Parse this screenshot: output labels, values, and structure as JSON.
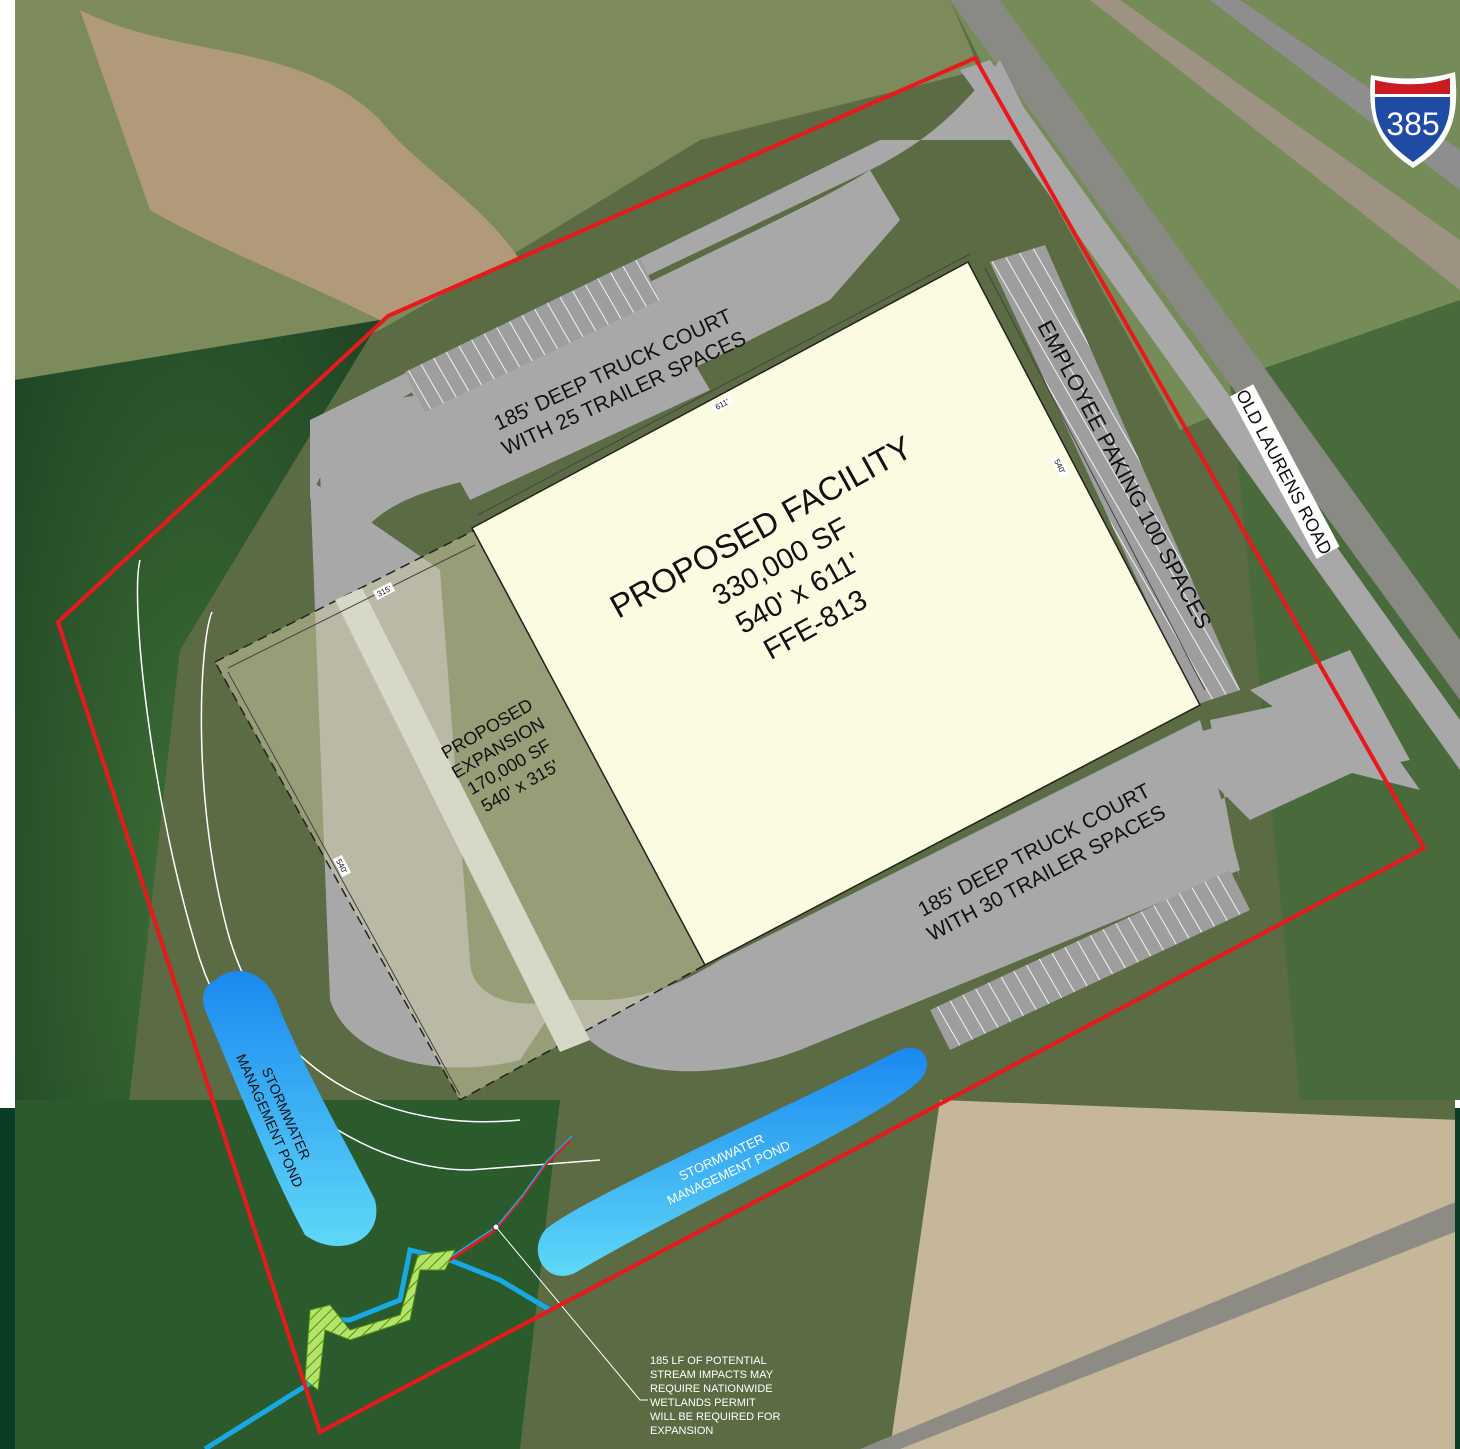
{
  "site_plan": {
    "facility": {
      "line1": "PROPOSED FACILITY",
      "line2": "330,000 SF",
      "line3": "540' x 611'",
      "line4": "FFE-813"
    },
    "expansion": {
      "line1": "PROPOSED",
      "line2": "EXPANSION",
      "line3": "170,000 SF",
      "line4": "540' x 315'"
    },
    "truck_court_north": {
      "line1": "185' DEEP TRUCK COURT",
      "line2": "WITH 25 TRAILER SPACES"
    },
    "truck_court_south": {
      "line1": "185' DEEP TRUCK COURT",
      "line2": "WITH 30 TRAILER SPACES"
    },
    "employee_parking": "EMPLOYEE PAKING 100 SPACES",
    "road_label": "OLD LAURENS ROAD",
    "pond_west": {
      "line1": "STORMWATER",
      "line2": "MANAGEMENT POND"
    },
    "pond_south": {
      "line1": "STORMWATER",
      "line2": "MANAGEMENT POND"
    },
    "stream_note": [
      "185 LF OF POTENTIAL",
      "STREAM IMPACTS MAY",
      "REQUIRE NATIONWIDE",
      "WETLANDS PERMIT",
      "WILL BE REQUIRED FOR",
      "EXPANSION"
    ],
    "dimensions": {
      "facility_length": "611'",
      "facility_width": "540'",
      "expansion_length": "315'",
      "expansion_width": "540'"
    },
    "interstate_shield": "385",
    "icons": {
      "shield": "interstate-shield-icon"
    },
    "colors": {
      "boundary": "#e8191c",
      "pavement": "#a8a8a8",
      "facility": "#fbfbe2",
      "pond": "#2aa7ec",
      "stream": "#18a8e3",
      "wetland": "#8fd12a",
      "shield_blue": "#1f4ba5",
      "shield_red": "#cc1a22"
    }
  }
}
